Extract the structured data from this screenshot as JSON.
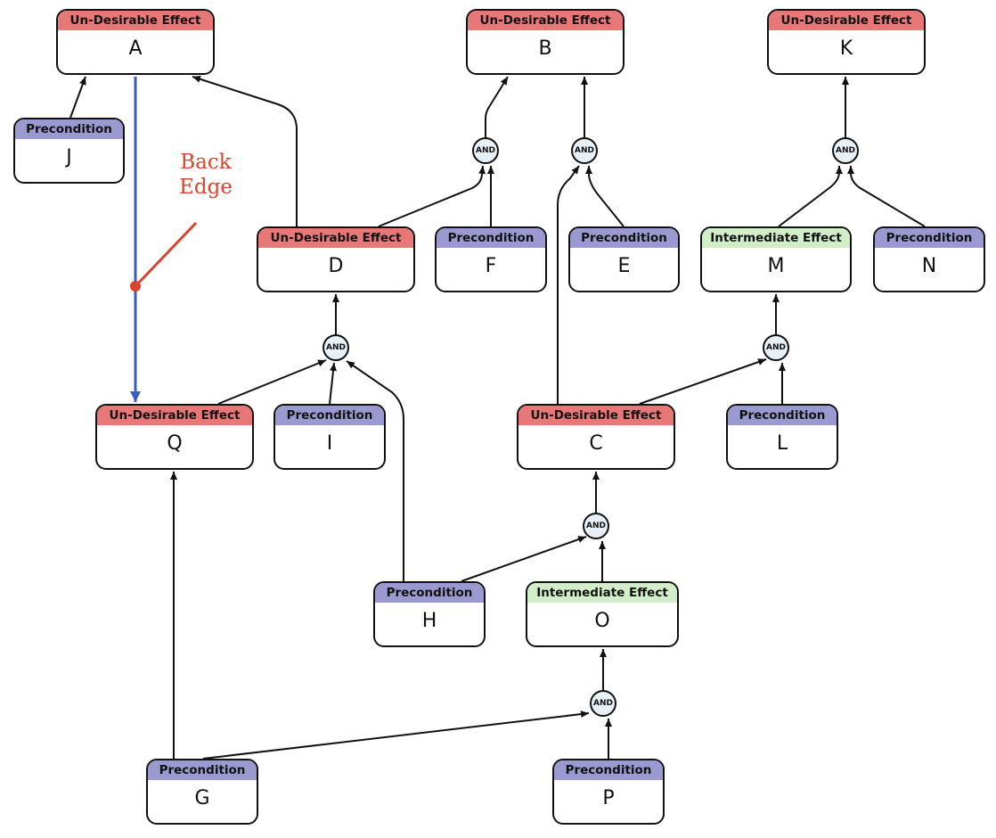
{
  "colors": {
    "undesirable_header": "#e87878",
    "precondition_header": "#9a9ad0",
    "intermediate_header": "#d2eec8",
    "and_fill": "#e6f0f6",
    "back_edge": "#3a5bc0",
    "annotation": "#d9442e"
  },
  "nodes": [
    {
      "id": "A",
      "kind": "undesirable",
      "header": "Un-Desirable Effect",
      "label": "A"
    },
    {
      "id": "B",
      "kind": "undesirable",
      "header": "Un-Desirable Effect",
      "label": "B"
    },
    {
      "id": "K",
      "kind": "undesirable",
      "header": "Un-Desirable Effect",
      "label": "K"
    },
    {
      "id": "J",
      "kind": "precondition",
      "header": "Precondition",
      "label": "J"
    },
    {
      "id": "D",
      "kind": "undesirable",
      "header": "Un-Desirable Effect",
      "label": "D"
    },
    {
      "id": "F",
      "kind": "precondition",
      "header": "Precondition",
      "label": "F"
    },
    {
      "id": "E",
      "kind": "precondition",
      "header": "Precondition",
      "label": "E"
    },
    {
      "id": "M",
      "kind": "intermediate",
      "header": "Intermediate Effect",
      "label": "M"
    },
    {
      "id": "N",
      "kind": "precondition",
      "header": "Precondition",
      "label": "N"
    },
    {
      "id": "Q",
      "kind": "undesirable",
      "header": "Un-Desirable Effect",
      "label": "Q"
    },
    {
      "id": "I",
      "kind": "precondition",
      "header": "Precondition",
      "label": "I"
    },
    {
      "id": "C",
      "kind": "undesirable",
      "header": "Un-Desirable Effect",
      "label": "C"
    },
    {
      "id": "L",
      "kind": "precondition",
      "header": "Precondition",
      "label": "L"
    },
    {
      "id": "H",
      "kind": "precondition",
      "header": "Precondition",
      "label": "H"
    },
    {
      "id": "O",
      "kind": "intermediate",
      "header": "Intermediate Effect",
      "label": "O"
    },
    {
      "id": "G",
      "kind": "precondition",
      "header": "Precondition",
      "label": "G"
    },
    {
      "id": "P",
      "kind": "precondition",
      "header": "Precondition",
      "label": "P"
    }
  ],
  "and_gates": [
    {
      "id": "and_B",
      "label": "AND",
      "inputs": [
        "D",
        "F"
      ],
      "output": "B"
    },
    {
      "id": "and_B2",
      "label": "AND",
      "inputs": [
        "C",
        "E"
      ],
      "output": "B"
    },
    {
      "id": "and_K",
      "label": "AND",
      "inputs": [
        "M",
        "N"
      ],
      "output": "K"
    },
    {
      "id": "and_D",
      "label": "AND",
      "inputs": [
        "Q",
        "I",
        "H"
      ],
      "output": "D"
    },
    {
      "id": "and_M",
      "label": "AND",
      "inputs": [
        "C",
        "L"
      ],
      "output": "M"
    },
    {
      "id": "and_C",
      "label": "AND",
      "inputs": [
        "H",
        "O"
      ],
      "output": "C"
    },
    {
      "id": "and_O",
      "label": "AND",
      "inputs": [
        "G",
        "P"
      ],
      "output": "O"
    }
  ],
  "edges": [
    {
      "from": "J",
      "to": "A"
    },
    {
      "from": "D",
      "to": "A"
    },
    {
      "from": "G",
      "to": "Q"
    },
    {
      "from": "A",
      "to": "Q",
      "type": "back_edge"
    }
  ],
  "annotation": {
    "line1": "Back",
    "line2": "Edge"
  }
}
